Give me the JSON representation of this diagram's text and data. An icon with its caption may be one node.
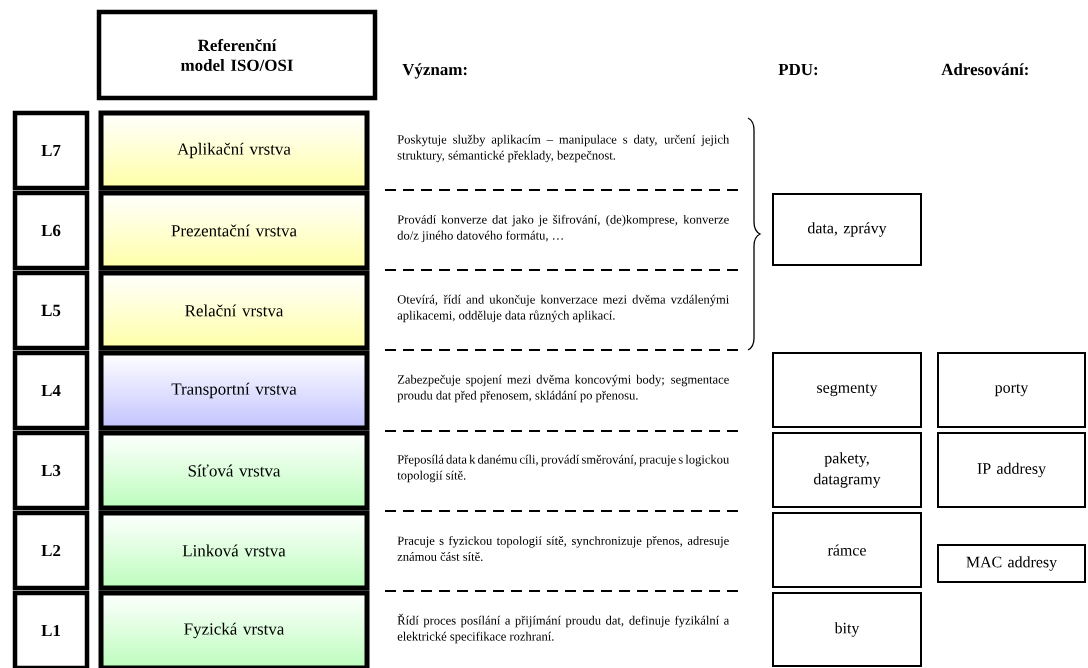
{
  "diagram": {
    "nodes": [
      {
        "text": [
          "Referenční model ISO/OSI"
        ]
      },
      {
        "text": [
          "L7"
        ]
      },
      {
        "text": [
          "Aplikační vrstva"
        ]
      },
      {
        "text": [
          "L6"
        ]
      },
      {
        "text": [
          "Prezentační vrstva"
        ]
      },
      {
        "text": [
          "data, zprávy"
        ]
      },
      {
        "text": [
          "L5"
        ]
      },
      {
        "text": [
          "Relační vrstva"
        ]
      },
      {
        "text": [
          "L4"
        ]
      },
      {
        "text": [
          "Transportní vrstva"
        ]
      },
      {
        "text": [
          "segmenty"
        ]
      },
      {
        "text": [
          "porty"
        ]
      },
      {
        "text": [
          "L3"
        ]
      },
      {
        "text": [
          "Síťová vrstva"
        ]
      },
      {
        "text": [
          "pakety, datagramy"
        ]
      },
      {
        "text": [
          "IP addresy"
        ]
      },
      {
        "text": [
          "L2"
        ]
      },
      {
        "text": [
          "Linková vrstva"
        ]
      },
      {
        "text": [
          "rámce"
        ]
      },
      {
        "text": [
          "MAC addresy"
        ]
      },
      {
        "text": [
          "L1"
        ]
      },
      {
        "text": [
          "Fyzická vrstva"
        ]
      },
      {
        "text": [
          "bity"
        ]
      }
    ],
    "labels": [
      "Význam:",
      "PDU:",
      "Adresování:",
      "Poskytuje služby aplikacím – manipulace s daty, určení jejich struktury, sémantické překlady, bezpečnost.",
      "Provádí konverze dat jako je šifrování, (de)komprese, konverze do/z jiného datového formátu, …",
      "Otevírá, řídí and ukončuje konverzace mezi dvěma vzdálenými aplikacemi, odděluje data různých aplikací.",
      "Zabezpečuje spojení mezi dvěma koncovými body; segmentace proudu dat před přenosem, skládání po přenosu.",
      "Přeposílá data k danému cíli, provádí směrování, pracuje s logickou topologií sítě.",
      "Pracuje s fyzickou topologií sítě, synchronizuje přenos, adresuje známou část sítě.",
      "Řídí proces posílání a přijímání proudu dat, definuje fyzikální a elektrické specifikace rozhraní."
    ]
  }
}
